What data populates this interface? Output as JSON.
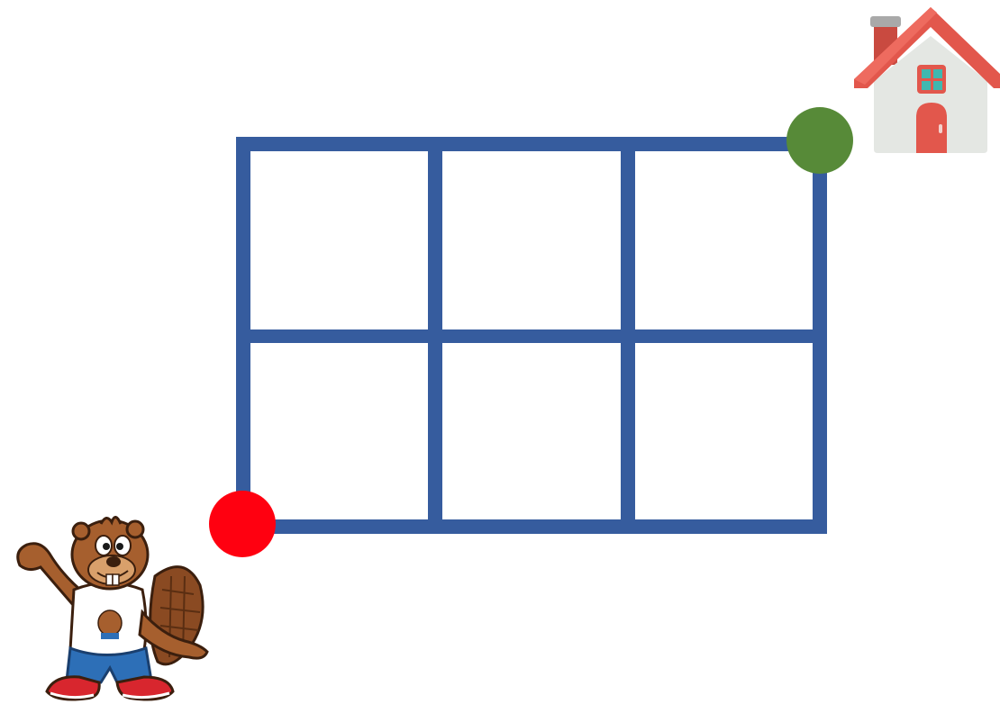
{
  "grid": {
    "rows": 2,
    "columns": 3,
    "line_color": "#365C9E"
  },
  "start_marker": {
    "color": "#FF0010",
    "corner": "bottom-left"
  },
  "end_marker": {
    "color": "#578A38",
    "corner": "top-right"
  },
  "icons": {
    "beaver": "beaver-mascot-icon",
    "house": "house-icon"
  },
  "colors": {
    "background": "#FFFFFF",
    "house_roof": "#E2574C",
    "house_wall": "#E4E7E3",
    "house_window": "#3FB8B0",
    "house_chimney": "#A9A9A9",
    "beaver_fur": "#A65F2E",
    "beaver_tail": "#8A4A22",
    "beaver_jeans": "#2D6FB7",
    "beaver_shoes": "#D8262E"
  }
}
